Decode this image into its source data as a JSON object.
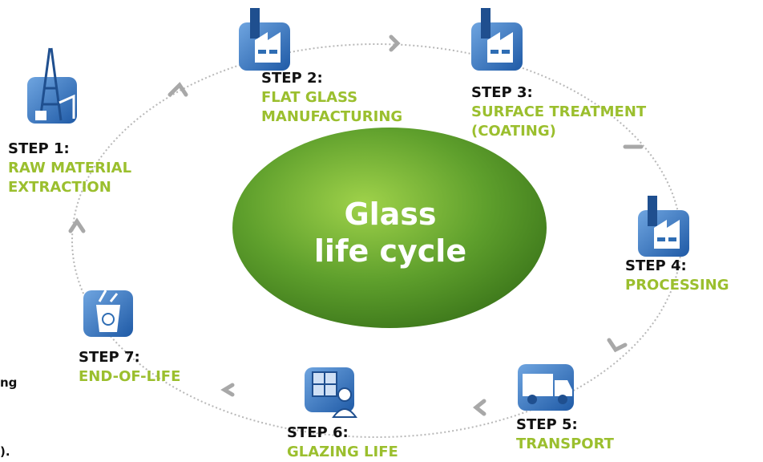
{
  "center": {
    "line1": "Glass",
    "line2": "life cycle"
  },
  "steps": [
    {
      "id": 1,
      "label": "STEP 1:",
      "name_lines": [
        "RAW MATERIAL",
        "EXTRACTION"
      ],
      "icon": "oil-derrick-icon"
    },
    {
      "id": 2,
      "label": "STEP 2:",
      "name_lines": [
        "FLAT GLASS",
        "MANUFACTURING"
      ],
      "icon": "factory-icon"
    },
    {
      "id": 3,
      "label": "STEP 3:",
      "name_lines": [
        "SURFACE TREATMENT",
        "(COATING)"
      ],
      "icon": "factory-icon"
    },
    {
      "id": 4,
      "label": "STEP 4:",
      "name_lines": [
        "PROCESSING"
      ],
      "icon": "factory-icon"
    },
    {
      "id": 5,
      "label": "STEP 5:",
      "name_lines": [
        "TRANSPORT"
      ],
      "icon": "truck-icon"
    },
    {
      "id": 6,
      "label": "STEP 6:",
      "name_lines": [
        "GLAZING LIFE"
      ],
      "icon": "window-person-icon"
    },
    {
      "id": 7,
      "label": "STEP 7:",
      "name_lines": [
        "END-OF-LIFE"
      ],
      "icon": "recycle-bin-icon"
    }
  ],
  "edge_fragments": [
    "ng",
    ")."
  ],
  "colors": {
    "accent_green": "#9bbf2e",
    "icon_blue": "#2e6db4",
    "step_label": "#111111",
    "ellipse": "#5a9a2c"
  }
}
